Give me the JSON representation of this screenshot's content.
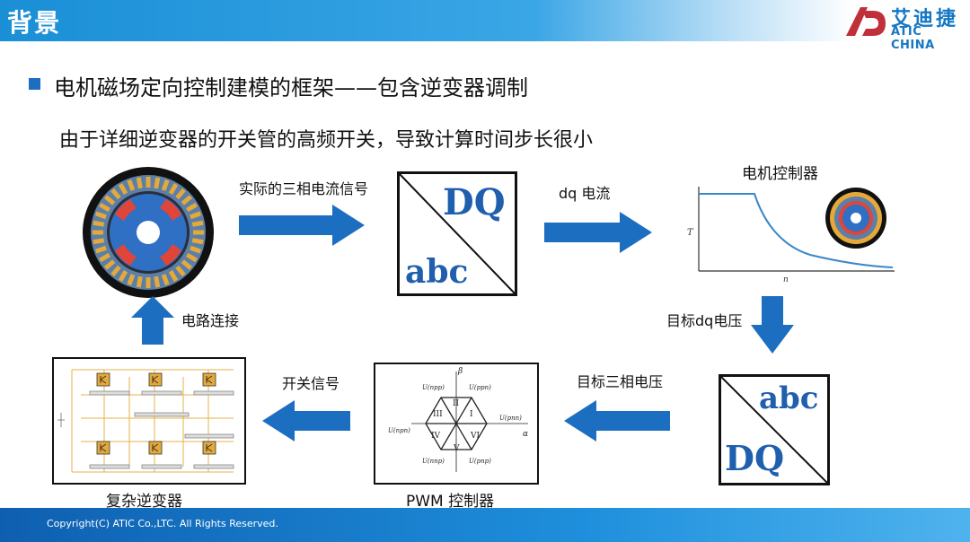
{
  "header": {
    "title": "背景",
    "logo_cn": "艾迪捷",
    "logo_en": "ATIC CHINA"
  },
  "main": {
    "heading": "电机磁场定向控制建模的框架——包含逆变器调制",
    "subline": "由于详细逆变器的开关管的高频开关，导致计算时间步长很小"
  },
  "diagram": {
    "arrow_labels": {
      "motor_to_dq": "实际的三相电流信号",
      "dq_to_controller": "dq 电流",
      "controller_to_abc": "目标dq电压",
      "abc_to_pwm": "目标三相电压",
      "pwm_to_inverter": "开关信号",
      "inverter_to_motor": "电路连接"
    },
    "transform1": {
      "top": "DQ",
      "bottom": "abc"
    },
    "transform2": {
      "top": "abc",
      "bottom": "DQ"
    },
    "controller": {
      "caption": "电机控制器",
      "y_axis": "T",
      "x_axis": "n"
    },
    "pwm": {
      "caption": "PWM 控制器",
      "axis_beta": "β",
      "axis_alpha": "α",
      "sectors": [
        "I",
        "II",
        "III",
        "IV",
        "V",
        "VI"
      ],
      "vectors": [
        "U(npp)",
        "U(ppn)",
        "U(pnn)",
        "U(npn)",
        "U(pnp)",
        "U(nnp)"
      ]
    },
    "inverter": {
      "caption": "复杂逆变器"
    }
  },
  "footer": {
    "copyright": "Copyright(C) ATIC Co.,LTC. All Rights Reserved."
  },
  "colors": {
    "accent": "#1c6fc0",
    "arrow": "#1c6fc0",
    "rotor": "#2f6fc4",
    "magnet": "#e0453a",
    "slot": "#e5a93a"
  }
}
